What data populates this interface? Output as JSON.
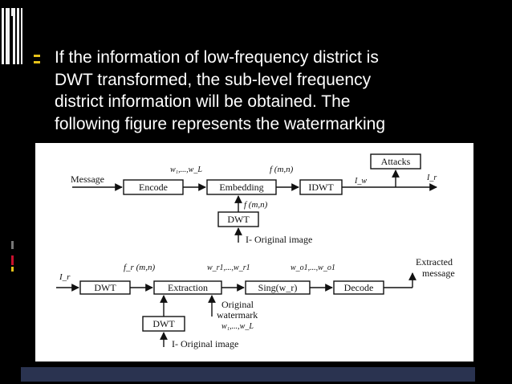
{
  "slide": {
    "bullet_lines": [
      "If the information of low-frequency district is",
      "DWT transformed, the sub-level frequency",
      "district information will be obtained. The",
      "following figure represents the watermarking"
    ],
    "accent_color": "#e6c21a",
    "footer_color": "#2a3350"
  },
  "figure": {
    "top": {
      "input_label": "Message",
      "blocks": [
        "Encode",
        "Embedding",
        "IDWT",
        "Attacks",
        "DWT"
      ],
      "labels": {
        "weights": "w₁,...,w_L",
        "fmn_top": "f (m,n)",
        "fmn_mid": "f (m,n)",
        "iw": "I_w",
        "ir": "I_r",
        "original": "I- Original image"
      }
    },
    "bottom": {
      "input_label": "I_r",
      "blocks": [
        "DWT",
        "Extraction",
        "Sing(w_r)",
        "Decode",
        "DWT"
      ],
      "labels": {
        "fr": "f_r (m,n)",
        "wr": "w_r1,...,w_r1",
        "wo": "w_o1,...,w_o1",
        "extracted_1": "Extracted",
        "extracted_2": "message",
        "orig_wm_1": "Original",
        "orig_wm_2": "watermark",
        "orig_wm_3": "w₁,...,w_L",
        "original": "I- Original image"
      }
    }
  }
}
